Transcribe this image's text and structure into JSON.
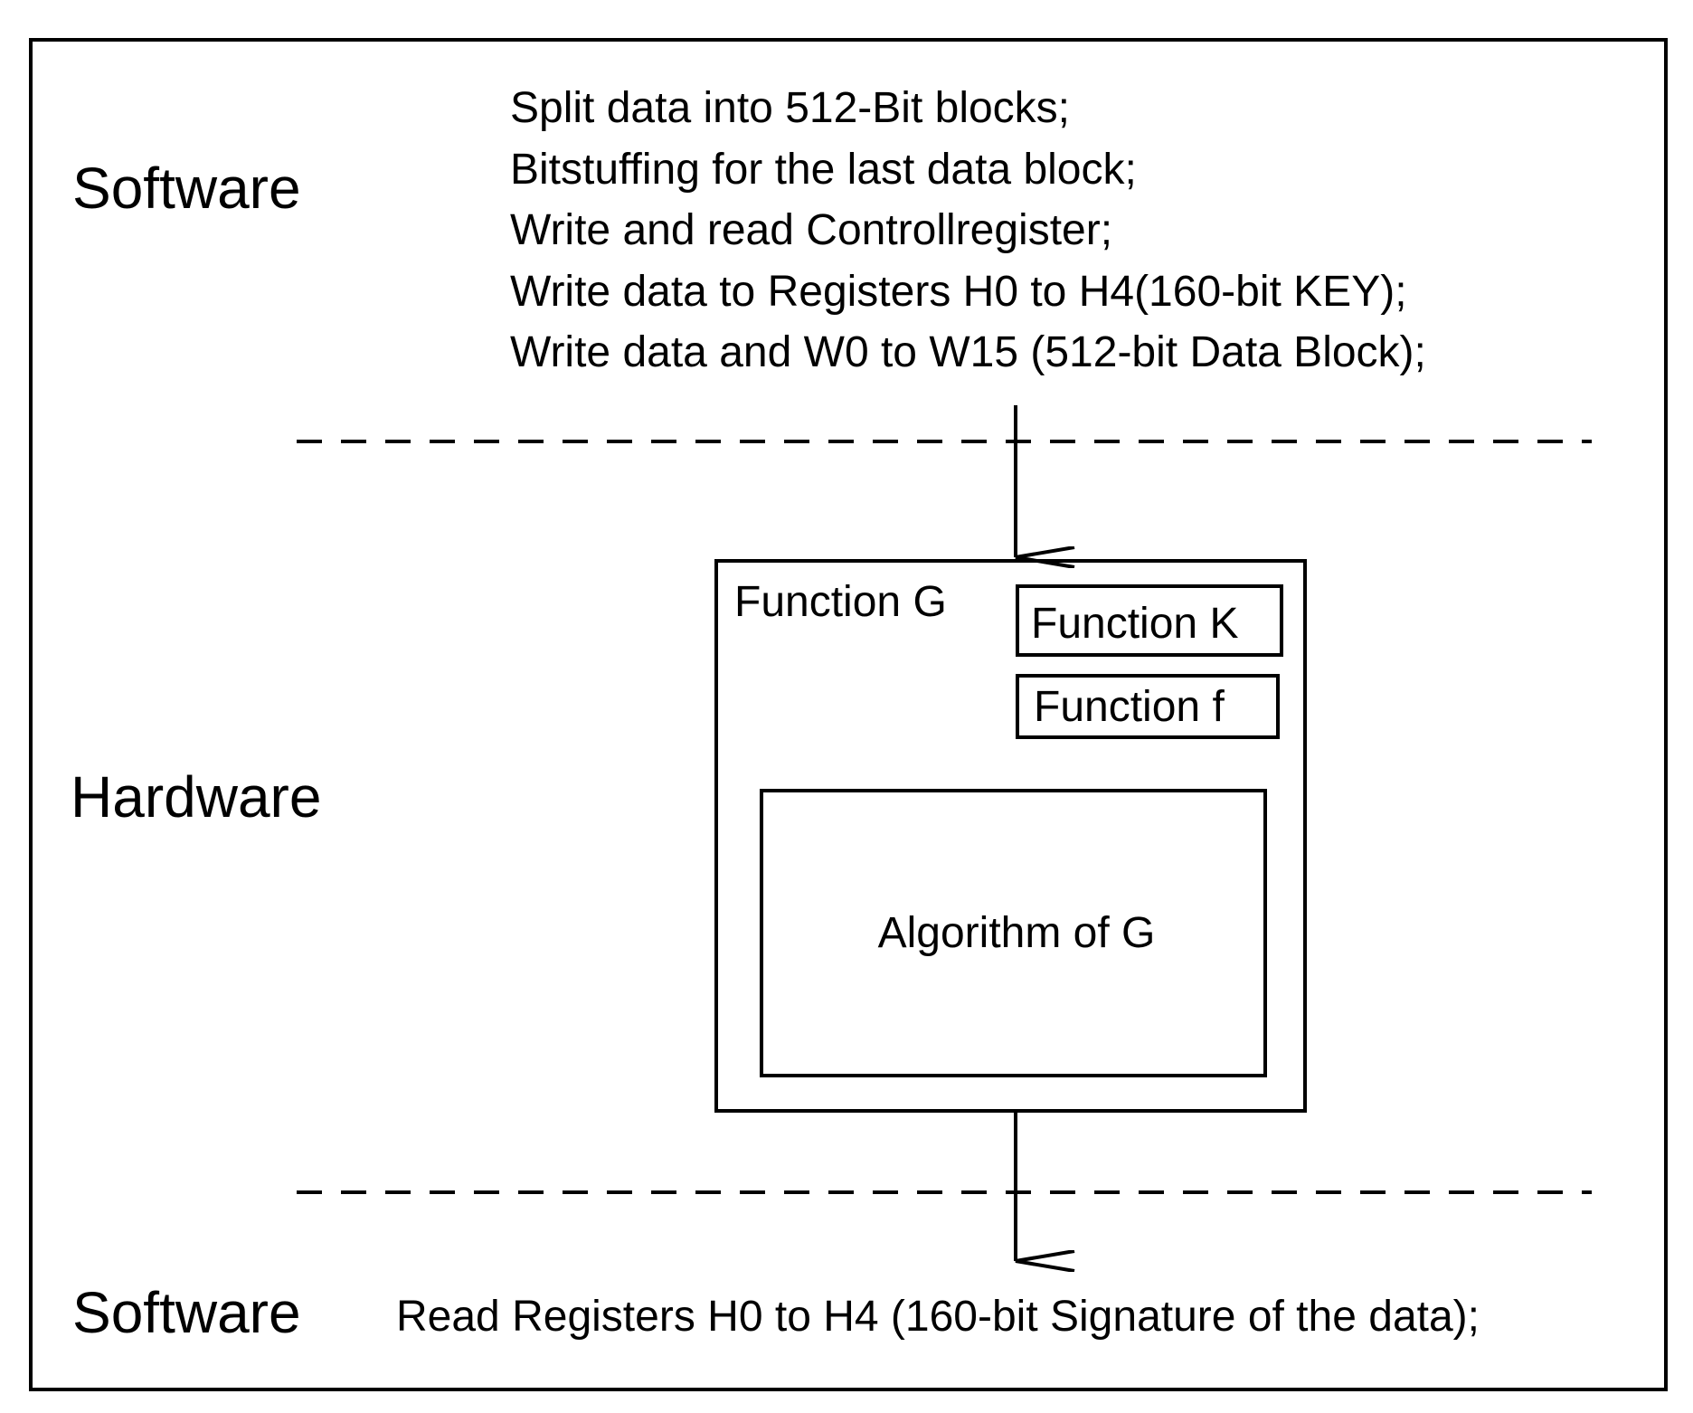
{
  "diagram": {
    "software_top_label": "Software",
    "hardware_label": "Hardware",
    "software_bottom_label": "Software",
    "software_steps": [
      "Split data into 512-Bit blocks;",
      "Bitstuffing for the last data block;",
      "Write and read Controllregister;",
      "Write data to Registers H0 to H4(160-bit KEY);",
      "Write data and W0 to W15 (512-bit Data Block);"
    ],
    "function_g_label": "Function G",
    "function_k_label": "Function K",
    "function_f_label": "Function f",
    "algorithm_label": "Algorithm of G",
    "output_step": "Read Registers H0 to H4 (160-bit Signature of the data);"
  },
  "colors": {
    "line": "#000000",
    "background": "#ffffff"
  }
}
